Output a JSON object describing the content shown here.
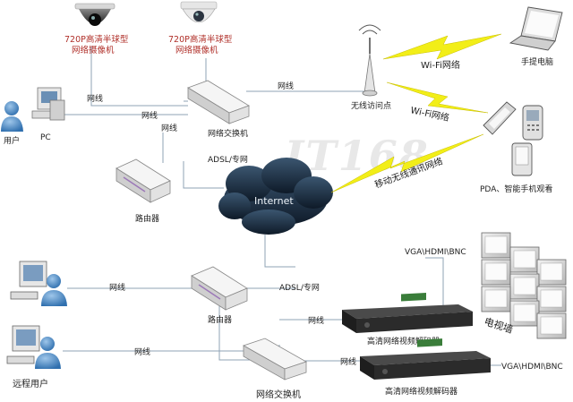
{
  "watermark": "IT168",
  "cameras": {
    "cam1_label_line1": "720P高清半球型",
    "cam1_label_line2": "网络摄像机",
    "cam2_label_line1": "720P高清半球型",
    "cam2_label_line2": "网络摄像机"
  },
  "top": {
    "user": "用户",
    "pc": "PC",
    "switch": "网络交换机",
    "router": "路由器",
    "access_point": "无线访问点",
    "laptop": "手提电脑",
    "pda": "PDA、智能手机观看",
    "internet": "Internet",
    "wifi1": "Wi-Fi网络",
    "wifi2": "Wi-Fi网络",
    "mobile_net": "移动无线通讯网络",
    "line_cam1": "网线",
    "line_cam2_pc": "网线",
    "line_switch_router": "网线",
    "line_switch_ap": "网线",
    "adsl": "ADSL/专网"
  },
  "bottom": {
    "remote_user": "远程用户",
    "router": "路由器",
    "switch": "网络交换机",
    "decoder1": "高清网络视频解码器",
    "decoder2": "高清网络视频解码器",
    "tv_wall": "电视墙",
    "vga_top": "VGA\\HDMI\\BNC",
    "vga_bottom": "VGA\\HDMI\\BNC",
    "adsl": "ADSL/专网",
    "line_pc1": "网线",
    "line_pc2": "网线",
    "line_dec1": "网线",
    "line_dec2": "网线"
  }
}
